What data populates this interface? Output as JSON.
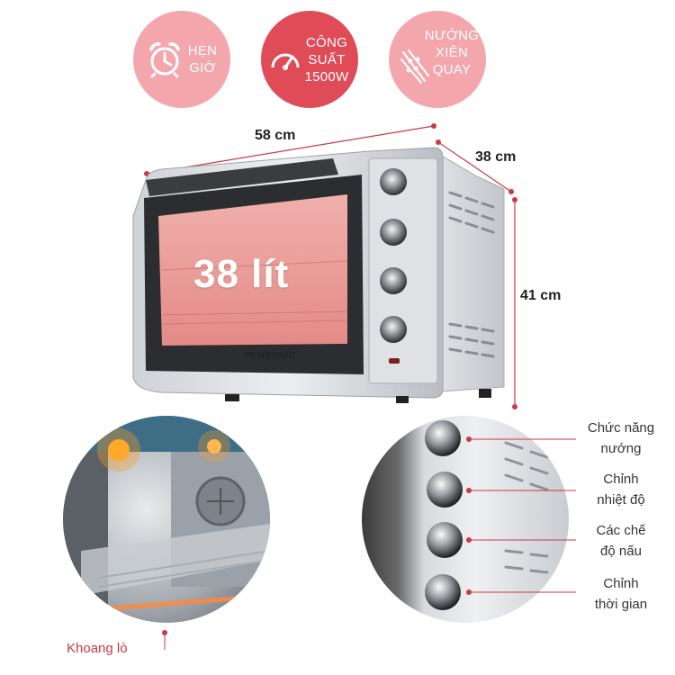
{
  "features": {
    "timer": {
      "line1": "HẸN",
      "line2": "GIỜ",
      "icon": "alarm-clock-icon"
    },
    "power": {
      "line1": "CÔNG",
      "line2": "SUẤT",
      "line3": "1500W",
      "icon": "speedometer-icon"
    },
    "rotisserie": {
      "line1": "NƯỚNG",
      "line2": "XIÊN",
      "line3": "QUAY",
      "icon": "skewer-icon"
    }
  },
  "dimensions": {
    "width": "58 cm",
    "depth": "38 cm",
    "height": "41 cm"
  },
  "oven": {
    "capacity": "38 lít",
    "brand": "PENSONIC"
  },
  "controls": {
    "knob1": {
      "line1": "Chức năng",
      "line2": "nướng"
    },
    "knob2": {
      "line1": "Chỉnh",
      "line2": "nhiệt độ"
    },
    "knob3": {
      "line1": "Các chế",
      "line2": "độ nấu"
    },
    "knob4": {
      "line1": "Chỉnh",
      "line2": "thời gian"
    }
  },
  "interior": {
    "label": "Khoang lò"
  },
  "colors": {
    "accent": "#c83a45",
    "badge_light": "#f3a7ad",
    "badge_dark": "#e04b58",
    "window_tint": "#e8908c"
  }
}
